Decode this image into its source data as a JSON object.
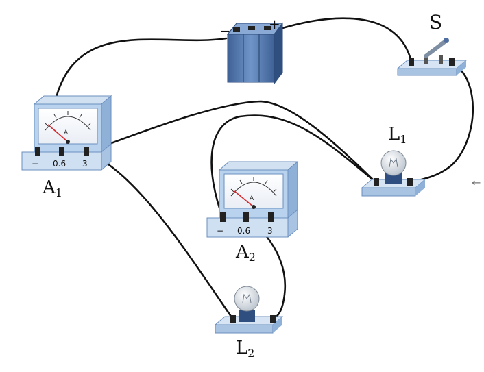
{
  "labels": {
    "switch": "S",
    "lamp1_main": "L",
    "lamp1_sub": "1",
    "lamp2_main": "L",
    "lamp2_sub": "2",
    "ammeter1_main": "A",
    "ammeter1_sub": "1",
    "ammeter2_main": "A",
    "ammeter2_sub": "2"
  },
  "ammeter_terminals": {
    "neg": "−",
    "low": "0.6",
    "high": "3"
  },
  "battery": {
    "neg": "−",
    "pos": "+"
  },
  "back_arrow": "←",
  "colors": {
    "meter_body": "#b9d3ee",
    "meter_dark": "#8fb1d8",
    "needle": "#d8262a",
    "wire": "#111111",
    "battery": "#5b7fb3"
  }
}
